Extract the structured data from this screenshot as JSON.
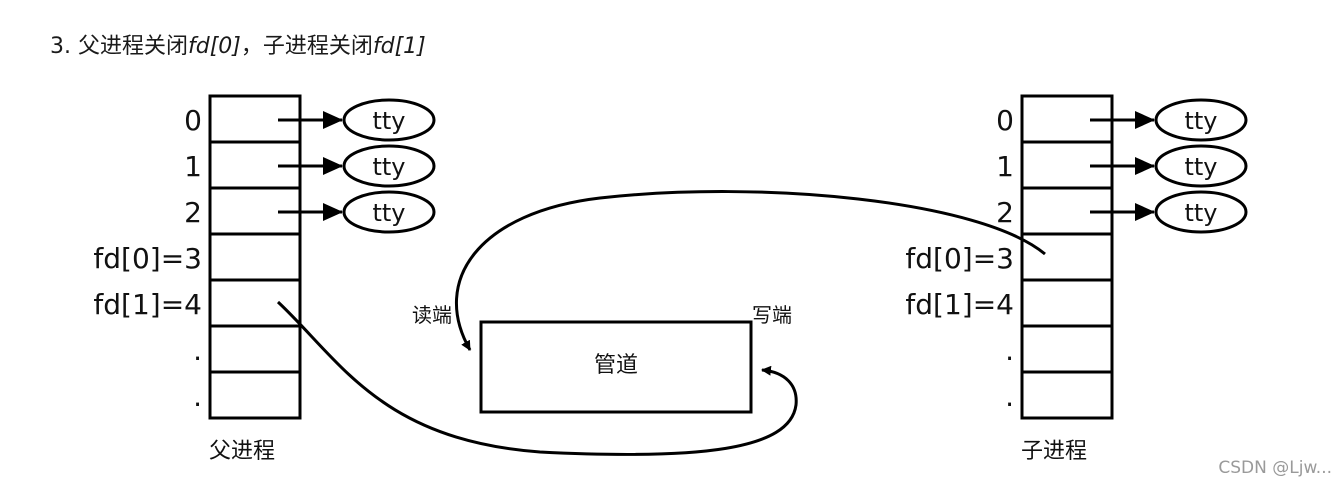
{
  "title": {
    "prefix": "3. 父进程关闭",
    "part1": "fd[0]",
    "sep": "，子进程关闭",
    "part2": "fd[1]"
  },
  "parent": {
    "rows": [
      "0",
      "1",
      "2",
      "fd[0]=3",
      "fd[1]=4",
      ".",
      "."
    ],
    "tty": [
      "tty",
      "tty",
      "tty"
    ],
    "caption": "父进程"
  },
  "child": {
    "rows": [
      "0",
      "1",
      "2",
      "fd[0]=3",
      "fd[1]=4",
      ".",
      "."
    ],
    "tty": [
      "tty",
      "tty",
      "tty"
    ],
    "caption": "子进程"
  },
  "pipe": {
    "label": "管道",
    "read_end": "读端",
    "write_end": "写端"
  },
  "watermark": "CSDN @Ljw..."
}
